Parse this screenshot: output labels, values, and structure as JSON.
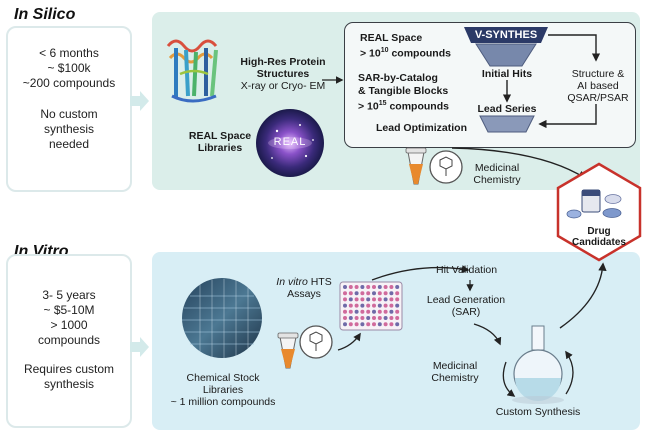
{
  "silico": {
    "title": "In Silico",
    "stats": [
      "< 6 months",
      "~ $100k",
      "~200 compounds"
    ],
    "note": [
      "No custom",
      "synthesis",
      "needed"
    ],
    "protein_label": [
      "High-Res Protein",
      "Structures",
      "X-ray or Cryo- EM"
    ],
    "real_libraries_label": [
      "REAL Space",
      "Libraries"
    ],
    "real_sphere_text": "REAL",
    "inner": {
      "real_space": "REAL Space",
      "real_space_count_pre": "> 10",
      "real_space_count_exp": "10",
      "real_space_count_post": " compounds",
      "sar_line1": "SAR-by-Catalog",
      "sar_line2": "& Tangible Blocks",
      "sar_count_pre": "> 10",
      "sar_count_exp": "15",
      "sar_count_post": " compounds",
      "lead_opt": "Lead Optimization",
      "vsynthes": "V-SYNTHES",
      "initial_hits": "Initial Hits",
      "lead_series": "Lead Series",
      "structure_ai": [
        "Structure &",
        "AI based",
        "QSAR/PSAR"
      ]
    },
    "medchem": [
      "Medicinal",
      "Chemistry"
    ]
  },
  "drug": {
    "label": [
      "Drug",
      "Candidates"
    ]
  },
  "vitro": {
    "title": "In Vitro",
    "stats": [
      "3- 5 years",
      "~ $5-10M",
      "> 1000",
      "compounds"
    ],
    "note": [
      "Requires custom",
      "synthesis"
    ],
    "hts_label_italic": "In vitro",
    "hts_label_rest": " HTS",
    "hts_label2": "Assays",
    "hit_validation": "Hit Validation",
    "lead_gen": [
      "Lead Generation",
      "(SAR)"
    ],
    "medchem": [
      "Medicinal",
      "Chemistry"
    ],
    "custom_synthesis": "Custom Synthesis",
    "chem_stock": [
      "Chemical Stock",
      "Libraries",
      "~ 1 million compounds"
    ]
  },
  "colors": {
    "silico_panel": "#dbeeea",
    "vitro_panel": "#d8eef5",
    "navy": "#2b3a67",
    "funnel": "#7788ab",
    "hexagon": "#c8322b"
  }
}
